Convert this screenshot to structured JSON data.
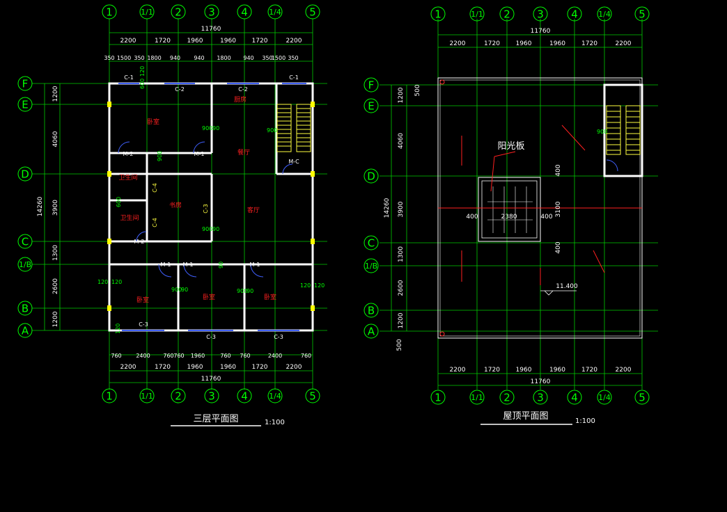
{
  "left_plan": {
    "title": "三层平面图",
    "scale": "1:100",
    "grid_top": [
      "1",
      "1/1",
      "2",
      "3",
      "4",
      "1/4",
      "5"
    ],
    "grid_bottom": [
      "1",
      "1/1",
      "2",
      "3",
      "4",
      "1/4",
      "5"
    ],
    "grid_rows": [
      "F",
      "E",
      "D",
      "C",
      "1/B",
      "B",
      "A"
    ],
    "dims_top_total": "11760",
    "dims_top": [
      "2200",
      "1720",
      "1960",
      "1960",
      "1720",
      "2200"
    ],
    "dims_top_detail": [
      "350",
      "1500",
      "350",
      "1800",
      "940",
      "940",
      "1800",
      "940",
      "350",
      "1500",
      "350"
    ],
    "dims_bottom_detail": [
      "760",
      "2400",
      "760",
      "760",
      "1960",
      "760",
      "760",
      "2400",
      "760"
    ],
    "dims_bottom": [
      "2200",
      "1720",
      "1960",
      "1960",
      "1720",
      "2200"
    ],
    "dims_bottom_total": "11760",
    "dims_left": [
      "1200",
      "4060",
      "3900",
      "1300",
      "2600",
      "1200"
    ],
    "dims_left_total": "14260",
    "rooms": {
      "bed1": "卧室",
      "kitchen": "厨房",
      "dining": "餐厅",
      "bath1": "卫生间",
      "bath2": "卫生间",
      "study": "书房",
      "living": "客厅",
      "bed2": "卧室",
      "bed3": "卧室",
      "bed4": "卧室"
    },
    "tags": {
      "c1a": "C-1",
      "c1b": "C-1",
      "c2a": "C-2",
      "c2b": "C-2",
      "m2a": "M-2",
      "m1a": "M-1",
      "mc": "M-C",
      "c4a": "C-4",
      "c4b": "C-4",
      "c3v": "C-3",
      "m2b": "M-2",
      "m1b": "M-1",
      "m1c": "M-1",
      "m1d": "M-1",
      "c3a": "C-3",
      "c3b": "C-3",
      "c3c": "C-3",
      "d1": "600",
      "d2": "120",
      "d3": "900",
      "d4": "90",
      "d5": "900",
      "d6": "900",
      "d7": "600",
      "d8": "900",
      "d9": "90",
      "d10": "90",
      "d11": "120",
      "d12": "120",
      "d13": "120",
      "d14": "120",
      "d15": "900",
      "d16": "90",
      "d17": "900",
      "d18": "90",
      "d19": "120"
    }
  },
  "right_plan": {
    "title": "屋顶平面图",
    "scale": "1:100",
    "grid_top": [
      "1",
      "1/1",
      "2",
      "3",
      "4",
      "1/4",
      "5"
    ],
    "grid_bottom": [
      "1",
      "1/1",
      "2",
      "3",
      "4",
      "1/4",
      "5"
    ],
    "grid_rows": [
      "F",
      "E",
      "D",
      "C",
      "1/B",
      "B",
      "A"
    ],
    "dims_top_total": "11760",
    "dims_top": [
      "2200",
      "1720",
      "1960",
      "1960",
      "1720",
      "2200"
    ],
    "dims_bottom": [
      "2200",
      "1720",
      "1960",
      "1960",
      "1720",
      "2200"
    ],
    "dims_bottom_total": "11760",
    "dims_left": [
      "1200",
      "4060",
      "3900",
      "1300",
      "2600",
      "1200"
    ],
    "dims_left_total": "14260",
    "dim_500_top": "500",
    "dim_500_bottom": "500",
    "skylight_label": "阳光板",
    "skylight_w": "2380",
    "skylight_side_l": "400",
    "skylight_side_r": "400",
    "skylight_top": "400",
    "skylight_mid": "3100",
    "skylight_bottom": "400",
    "elevation": "11.400",
    "door_dim": "900"
  }
}
